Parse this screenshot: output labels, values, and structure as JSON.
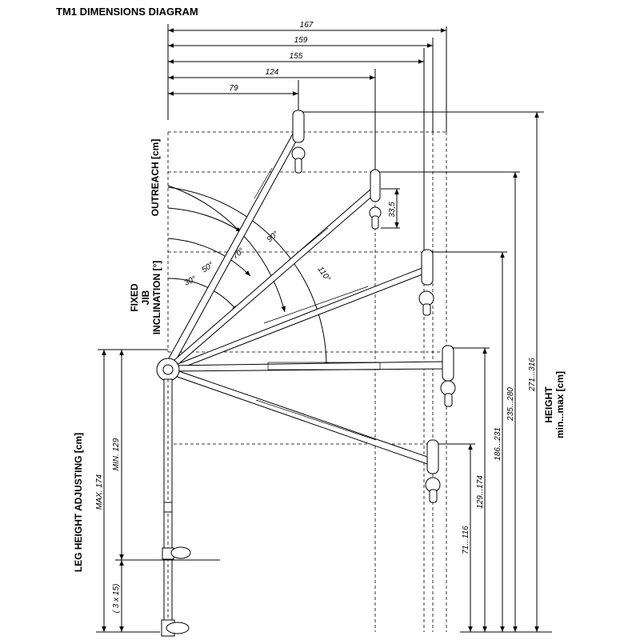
{
  "title": "TM1 DIMENSIONS DIAGRAM",
  "labels": {
    "outreach": "OUTREACH [cm]",
    "fixed_jib": "FIXED",
    "jib": "JIB",
    "inclination": "INCLINATION [°]",
    "leg_height": "LEG HEIGHT ADJUSTING [cm]",
    "height": "HEIGHT",
    "height_range": "min...max [cm]"
  },
  "outreach_dims": [
    "167",
    "159",
    "155",
    "124",
    "79"
  ],
  "angles": [
    "30°",
    "50°",
    "70°",
    "90°",
    "110°"
  ],
  "hook_dim": "33,5",
  "leg_dims": {
    "max": "MAX. 174",
    "min": "MIN. 129",
    "step": "( 3 x 15)"
  },
  "height_dims": [
    "71...116",
    "129...174",
    "186...231",
    "235...280",
    "271...316"
  ]
}
